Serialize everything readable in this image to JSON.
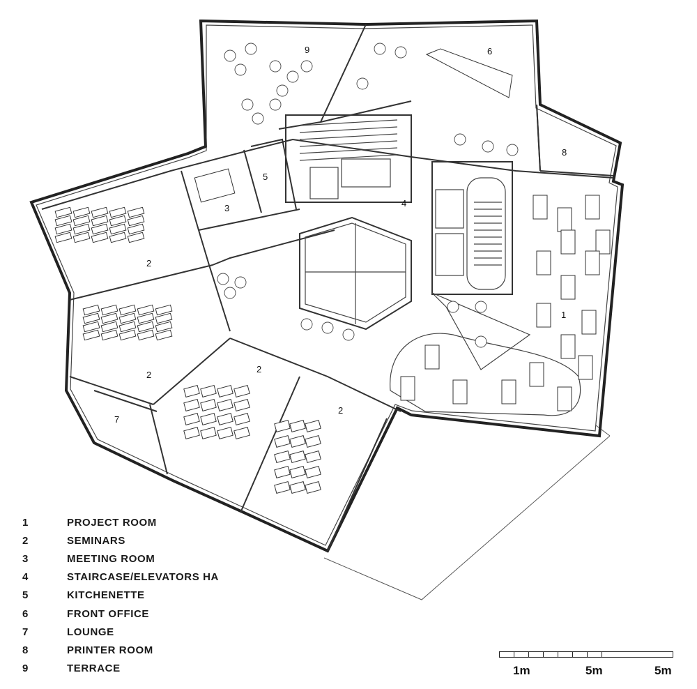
{
  "rooms": [
    {
      "num": "1",
      "name": "PROJECT ROOM"
    },
    {
      "num": "2",
      "name": "SEMINARS"
    },
    {
      "num": "3",
      "name": "MEETING ROOM"
    },
    {
      "num": "4",
      "name": "STAIRCASE/ELEVATORS HA"
    },
    {
      "num": "5",
      "name": "KITCHENETTE"
    },
    {
      "num": "6",
      "name": "FRONT OFFICE"
    },
    {
      "num": "7",
      "name": "LOUNGE"
    },
    {
      "num": "8",
      "name": "PRINTER ROOM"
    },
    {
      "num": "9",
      "name": "TERRACE"
    }
  ],
  "plan_labels": {
    "room1": "1",
    "room2a": "2",
    "room2b": "2",
    "room2c": "2",
    "room2d": "2",
    "room3": "3",
    "room4": "4",
    "room5": "5",
    "room6": "6",
    "room7": "7",
    "room8": "8",
    "room9": "9"
  },
  "scale_bar": {
    "labels": [
      "1m",
      "5m",
      "5m"
    ]
  }
}
